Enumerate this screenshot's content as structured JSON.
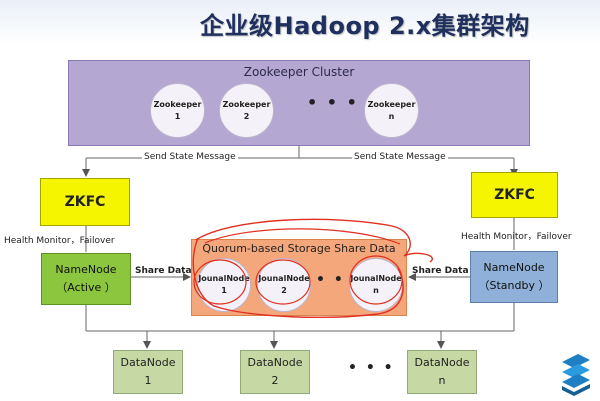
{
  "title": "企业级Hadoop 2.x集群架构",
  "zookeeper_cluster": {
    "label": "Zookeeper Cluster",
    "nodes": [
      {
        "name": "Zookeeper",
        "index": "1"
      },
      {
        "name": "Zookeeper",
        "index": "2"
      },
      {
        "name": "Zookeeper",
        "index": "n"
      }
    ],
    "ellipsis": "• • •"
  },
  "send_state_left": "Send State Message",
  "send_state_right": "Send State Message",
  "zkfc_left": "ZKFC",
  "zkfc_right": "ZKFC",
  "health_left": "Health Monitor，Failover",
  "health_right": "Health Monitor，Failover",
  "namenode_active": {
    "name": "NameNode",
    "state": "（Active ）"
  },
  "namenode_standby": {
    "name": "NameNode",
    "state": "（Standby ）"
  },
  "share_left": "Share Data",
  "share_right": "Share Data",
  "quorum": {
    "label": "Quorum-based Storage Share Data",
    "nodes": [
      {
        "name": "JounalNode",
        "index": "1"
      },
      {
        "name": "JounalNode",
        "index": "2"
      },
      {
        "name": "JounalNode",
        "index": "n"
      }
    ],
    "ellipsis": "• • •"
  },
  "datanodes": [
    {
      "name": "DataNode",
      "index": "1"
    },
    {
      "name": "DataNode",
      "index": "2"
    },
    {
      "name": "DataNode",
      "index": "n"
    }
  ],
  "datanode_ellipsis": "• • •",
  "colors": {
    "zookeeper": "#b4a7d2",
    "zkfc": "#f5f500",
    "namenode_active": "#8cc63f",
    "namenode_standby": "#8fb0d8",
    "quorum": "#f5a77c",
    "datanode": "#c6d8a3",
    "annotation": "#e03020"
  }
}
